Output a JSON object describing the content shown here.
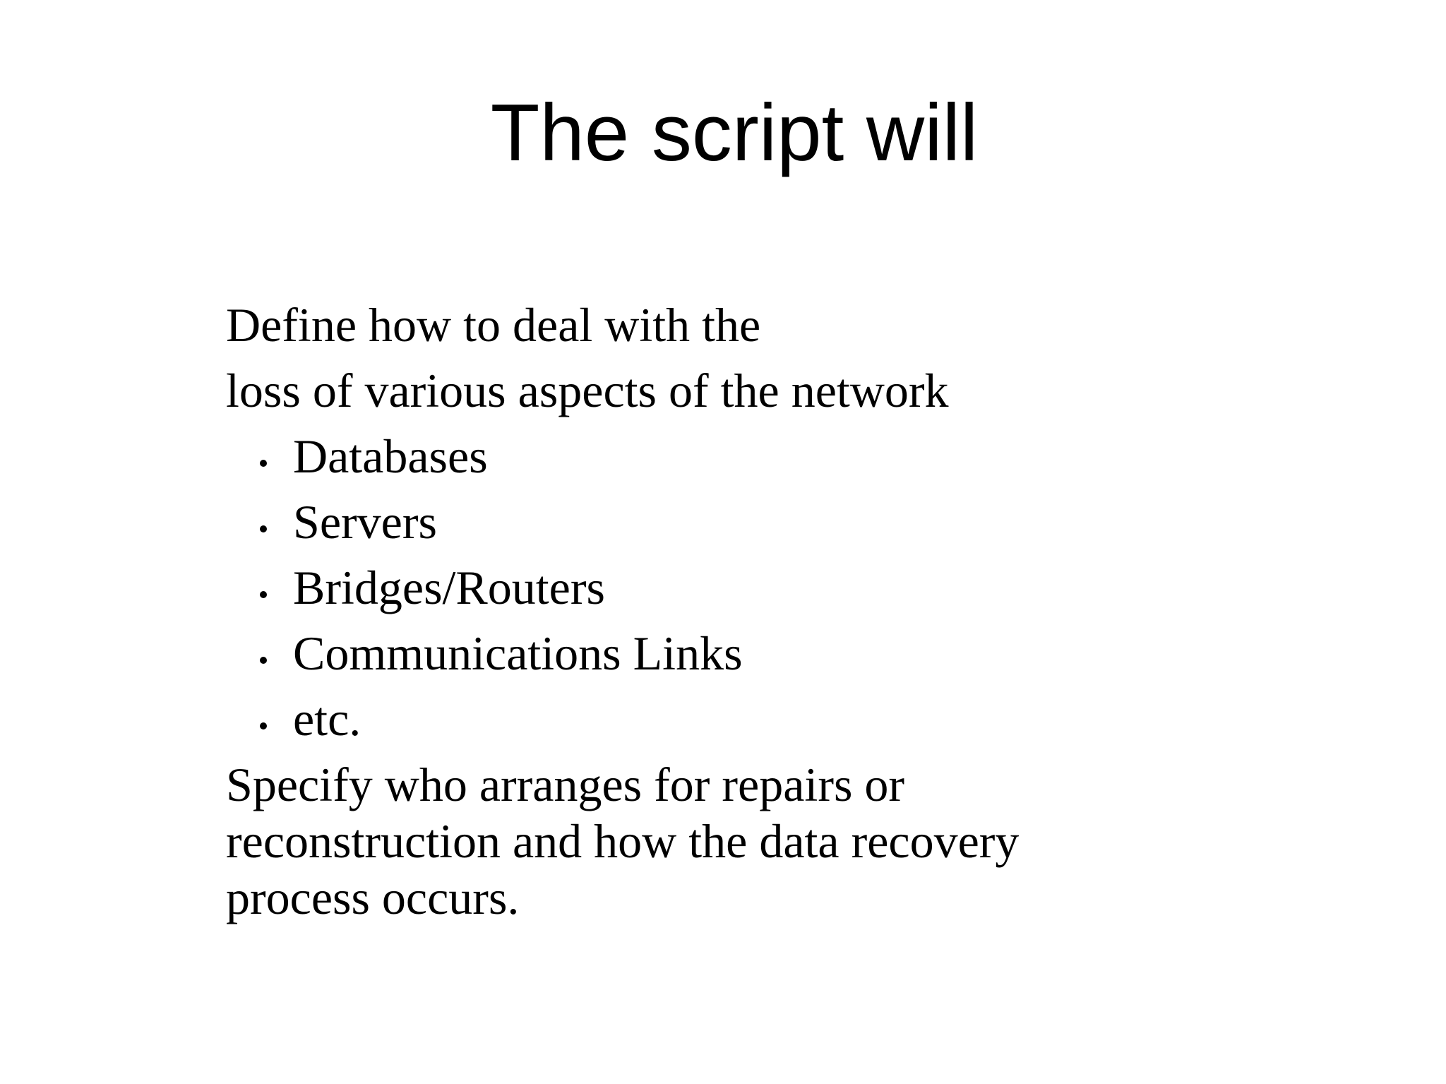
{
  "slide": {
    "title": "The script will",
    "intro_lines": [
      "Define how to deal with the",
      "loss of various aspects of the network"
    ],
    "bullets": [
      "Databases",
      "Servers",
      "Bridges/Routers",
      "Communications Links",
      "etc."
    ],
    "closing_lines": [
      "Specify who arranges for repairs or",
      "reconstruction and how the data recovery",
      "process occurs."
    ],
    "colors": {
      "background": "#ffffff",
      "text": "#000000"
    }
  }
}
